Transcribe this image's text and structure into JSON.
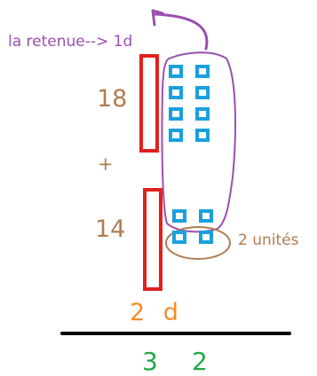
{
  "labels": {
    "retenue": "la retenue--> 1d",
    "first_number": "18",
    "plus": "+",
    "second_number": "14",
    "units_group": "2 unités",
    "tens_count": "2 d",
    "result_tens_digit": "3",
    "result_units_digit": "2"
  },
  "counts": {
    "top_squares": 8,
    "bottom_squares": 4
  },
  "colors": {
    "purple": "#9b4fb0",
    "brown": "#b07d52",
    "red": "#e0211d",
    "blue": "#1aa0e0",
    "orange": "#f48c25",
    "green": "#22a847",
    "black": "#000000"
  }
}
